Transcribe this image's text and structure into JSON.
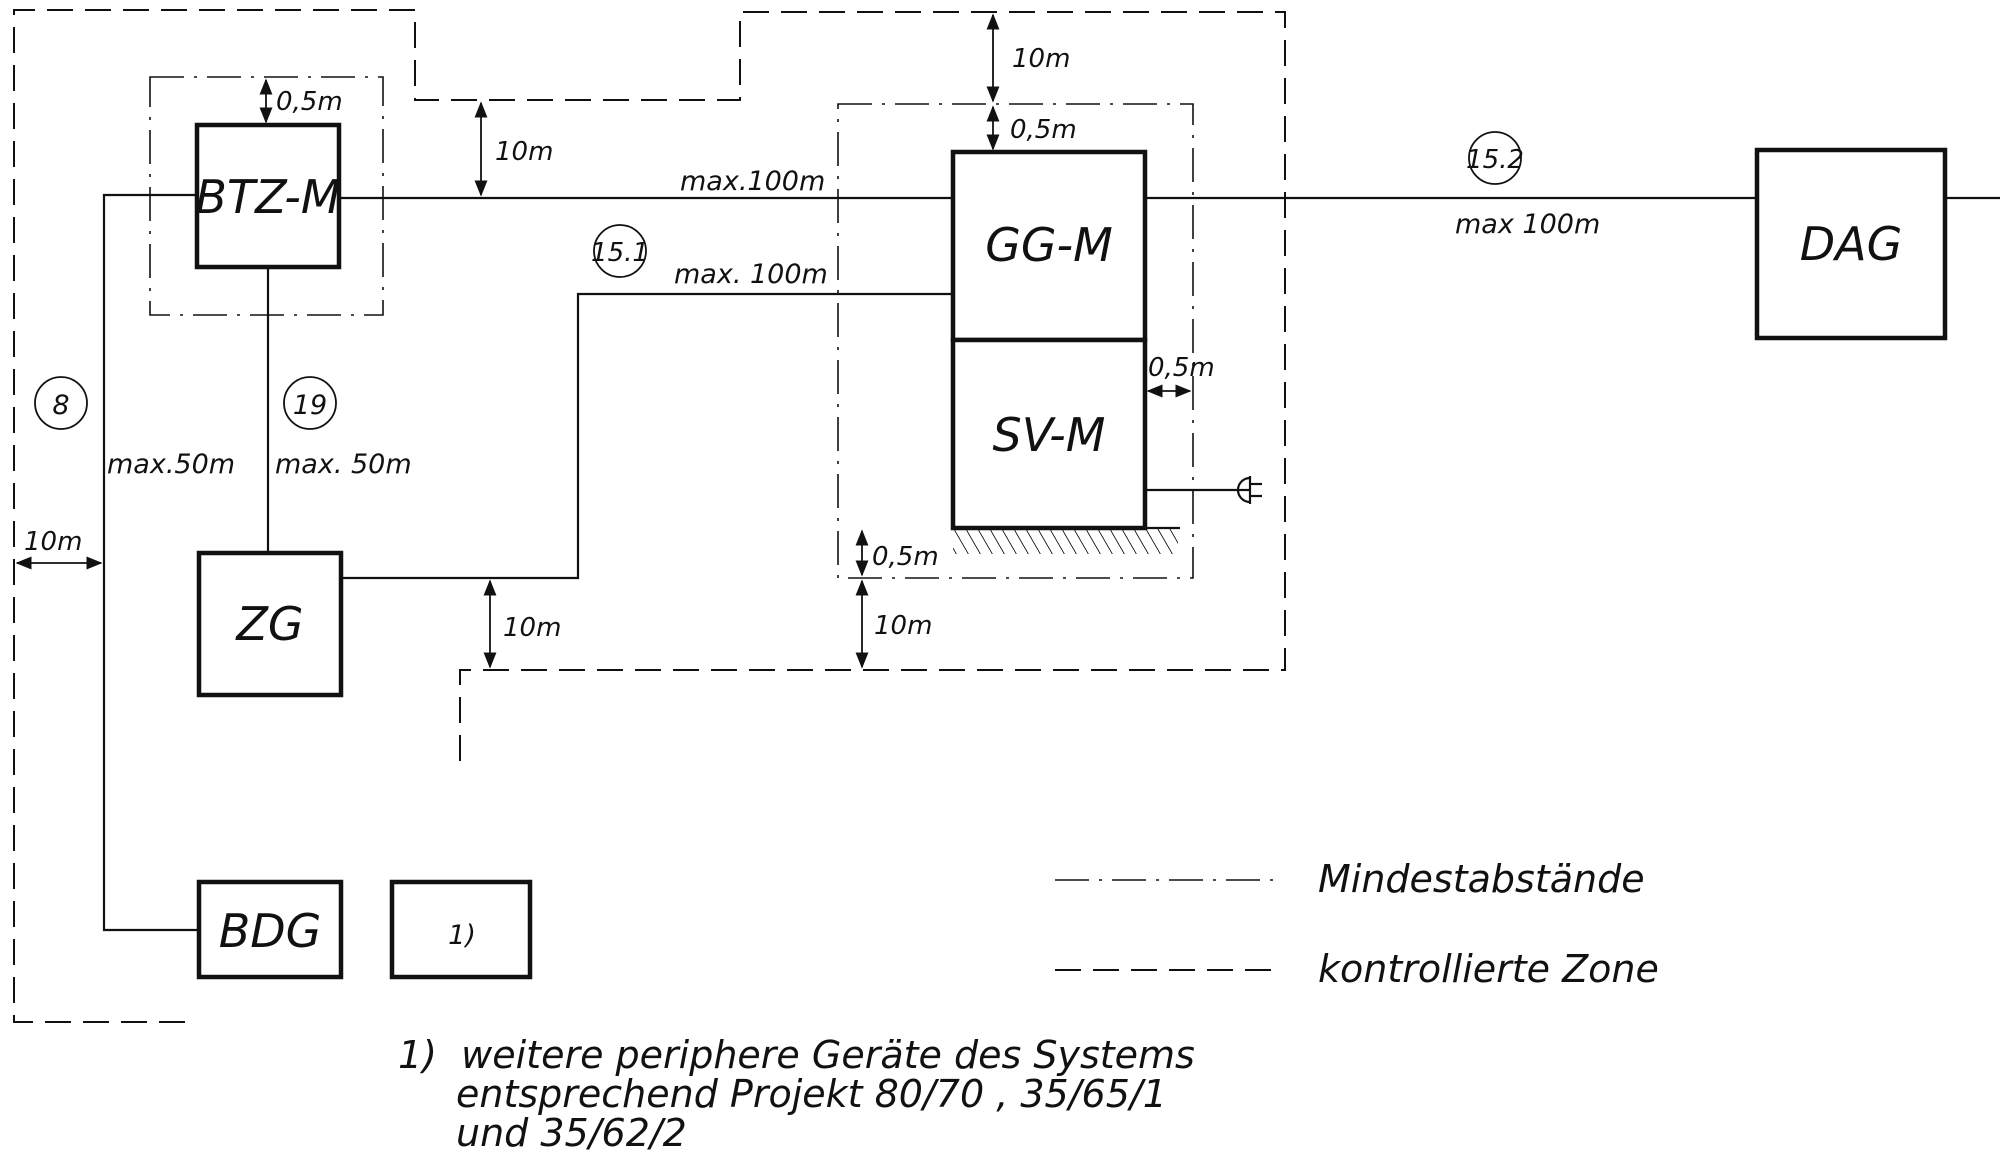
{
  "blocks": {
    "btz": "BTZ-M",
    "gg": "GG-M",
    "sv": "SV-M",
    "dag": "DAG",
    "zg": "ZG",
    "bdg": "BDG",
    "extra": "1)"
  },
  "circles": {
    "c8": "8",
    "c19": "19",
    "c151": "15.1",
    "c152": "15.2"
  },
  "labels": {
    "max100_btz_gg": "max.100m",
    "max100_zg_gg": "max. 100m",
    "max100_gg_dag": "max 100m",
    "max50_bdg": "max.50m",
    "max50_zg": "max. 50m",
    "btz_top_gap": "0,5m",
    "btz_zone_gap": "10m",
    "gg_top_zone": "10m",
    "gg_top_gap": "0,5m",
    "sv_right_gap": "0,5m",
    "sv_bottom_gap": "0,5m",
    "bottom_zone_left": "10m",
    "bottom_zone_right": "10m",
    "left_zone": "10m"
  },
  "legend": {
    "dashdot_label": "Mindestabstände",
    "dash_label": "kontrollierte Zone"
  },
  "footnote": {
    "line1": "1)  weitere periphere Geräte des Systems",
    "line2": "entsprechend Projekt 80/70 , 35/65/1",
    "line3": "und 35/62/2"
  }
}
